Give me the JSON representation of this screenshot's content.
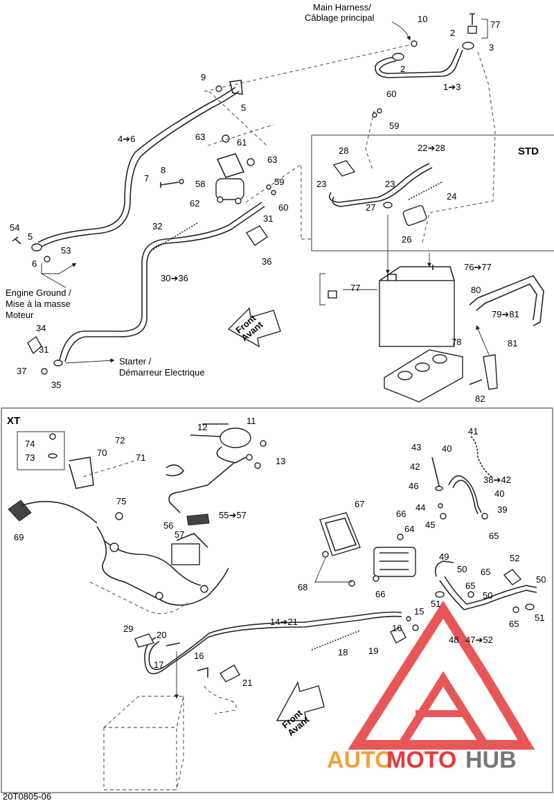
{
  "labels": {
    "main_harness": "Main Harness/",
    "cablage_principal": "Câblage principal",
    "engine_ground": "Engine Ground /",
    "mise_masse": "Mise à la masse",
    "moteur": "Moteur",
    "starter": "Starter /",
    "demarreur": "Démarreur Electrique",
    "front": "Front",
    "avant": "Avant",
    "std": "STD",
    "xt": "XT",
    "drawing_ref": "20T0805-06"
  },
  "callouts_top": {
    "c10": "10",
    "c77a": "77",
    "c2a": "2",
    "c3": "3",
    "c2b": "2",
    "c1_3": "1➔3",
    "c9": "9",
    "c5a": "5",
    "c60a": "60",
    "c59a": "59",
    "c4_6": "4➔6",
    "c63a": "63",
    "c61": "61",
    "c63b": "63",
    "c8": "8",
    "c7": "7",
    "c58": "58",
    "c59b": "59",
    "c60b": "60",
    "c62": "62",
    "c31a": "31",
    "c28": "28",
    "c22_28": "22➔28",
    "c23a": "23",
    "c23b": "23",
    "c24": "24",
    "c27": "27",
    "c26": "26",
    "c54": "54",
    "c5b": "5",
    "c53": "53",
    "c6": "6",
    "c32": "32",
    "c36": "36",
    "c30_36": "30➔36",
    "c76_77": "76➔77",
    "c77b": "77",
    "c80": "80",
    "c79_81": "79➔81",
    "c34": "34",
    "c31b": "31",
    "c37": "37",
    "c35": "35",
    "c78": "78",
    "c81": "81",
    "c82": "82"
  },
  "callouts_bottom": {
    "c12": "12",
    "c11": "11",
    "c13": "13",
    "c74": "74",
    "c73": "73",
    "c72": "72",
    "c70": "70",
    "c71": "71",
    "c41": "41",
    "c43": "43",
    "c40a": "40",
    "c42": "42",
    "c38_42": "38➔42",
    "c46": "46",
    "c40b": "40",
    "c44": "44",
    "c39": "39",
    "c45": "45",
    "c65a": "65",
    "c75": "75",
    "c67": "67",
    "c55_57": "55➔57",
    "c56": "56",
    "c57": "57",
    "c66a": "66",
    "c64": "64",
    "c69": "69",
    "c52": "52",
    "c49": "49",
    "c50a": "50",
    "c65b": "65",
    "c50b": "50",
    "c50c": "50",
    "c68": "68",
    "c66b": "66",
    "c65c": "65",
    "c51a": "51",
    "c51b": "51",
    "c15": "15",
    "c14_21": "14➔21",
    "c16a": "16",
    "c48": "48",
    "c47_52": "47➔52",
    "c65d": "65",
    "c29": "29",
    "c20": "20",
    "c19": "19",
    "c18": "18",
    "c17": "17",
    "c16b": "16",
    "c21": "21"
  },
  "watermark": {
    "auto": "AUTO",
    "moto": "MOTO",
    "hub": "HUB"
  },
  "colors": {
    "line": "#222222",
    "watermark_red": "#e43a3a",
    "watermark_orange": "#f2a23a",
    "watermark_gray": "#777777"
  }
}
